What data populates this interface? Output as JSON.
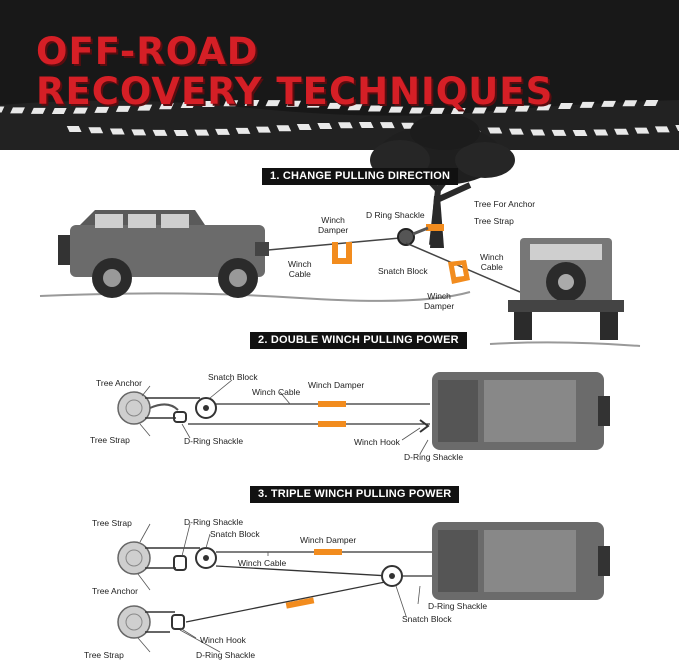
{
  "header": {
    "title_line1": "OFF-ROAD",
    "title_line2": "RECOVERY TECHNIQUES"
  },
  "section1": {
    "heading": "1. CHANGE PULLING DIRECTION",
    "labels": {
      "winch_damper_a": "Winch\nDamper",
      "d_ring_shackle": "D Ring Shackle",
      "tree_for_anchor": "Tree For Anchor",
      "tree_strap": "Tree Strap",
      "winch_cable_a": "Winch\nCable",
      "snatch_block": "Snatch Block",
      "winch_cable_b": "Winch\nCable",
      "winch_damper_b": "Winch\nDamper"
    }
  },
  "section2": {
    "heading": "2. DOUBLE WINCH PULLING POWER",
    "labels": {
      "tree_anchor": "Tree Anchor",
      "snatch_block": "Snatch Block",
      "winch_cable": "Winch Cable",
      "winch_damper": "Winch Damper",
      "tree_strap": "Tree Strap",
      "d_ring_shackle_a": "D-Ring Shackle",
      "winch_hook": "Winch Hook",
      "d_ring_shackle_b": "D-Ring Shackle"
    }
  },
  "section3": {
    "heading": "3. TRIPLE WINCH PULLING POWER",
    "labels": {
      "tree_strap_a": "Tree Strap",
      "d_ring_shackle_a": "D-Ring Shackle",
      "snatch_block_a": "Snatch Block",
      "winch_damper": "Winch Damper",
      "winch_cable": "Winch Cable",
      "tree_anchor": "Tree Anchor",
      "d_ring_shackle_b": "D-Ring Shackle",
      "snatch_block_b": "Snatch Block",
      "winch_hook": "Winch Hook",
      "tree_strap_b": "Tree Strap",
      "d_ring_shackle_c": "D-Ring Shackle"
    }
  },
  "colors": {
    "title_red": "#d51f26",
    "damper_orange": "#f28c1e",
    "vehicle_gray": "#6b6b6b",
    "banner_black": "#111111"
  },
  "icons": [
    "tire-track-icon",
    "tree-icon",
    "jeep-side-icon",
    "jeep-rear-icon",
    "jeep-top-icon",
    "tree-stump-icon",
    "snatch-block-icon",
    "d-ring-shackle-icon",
    "winch-hook-icon",
    "winch-damper-icon"
  ]
}
